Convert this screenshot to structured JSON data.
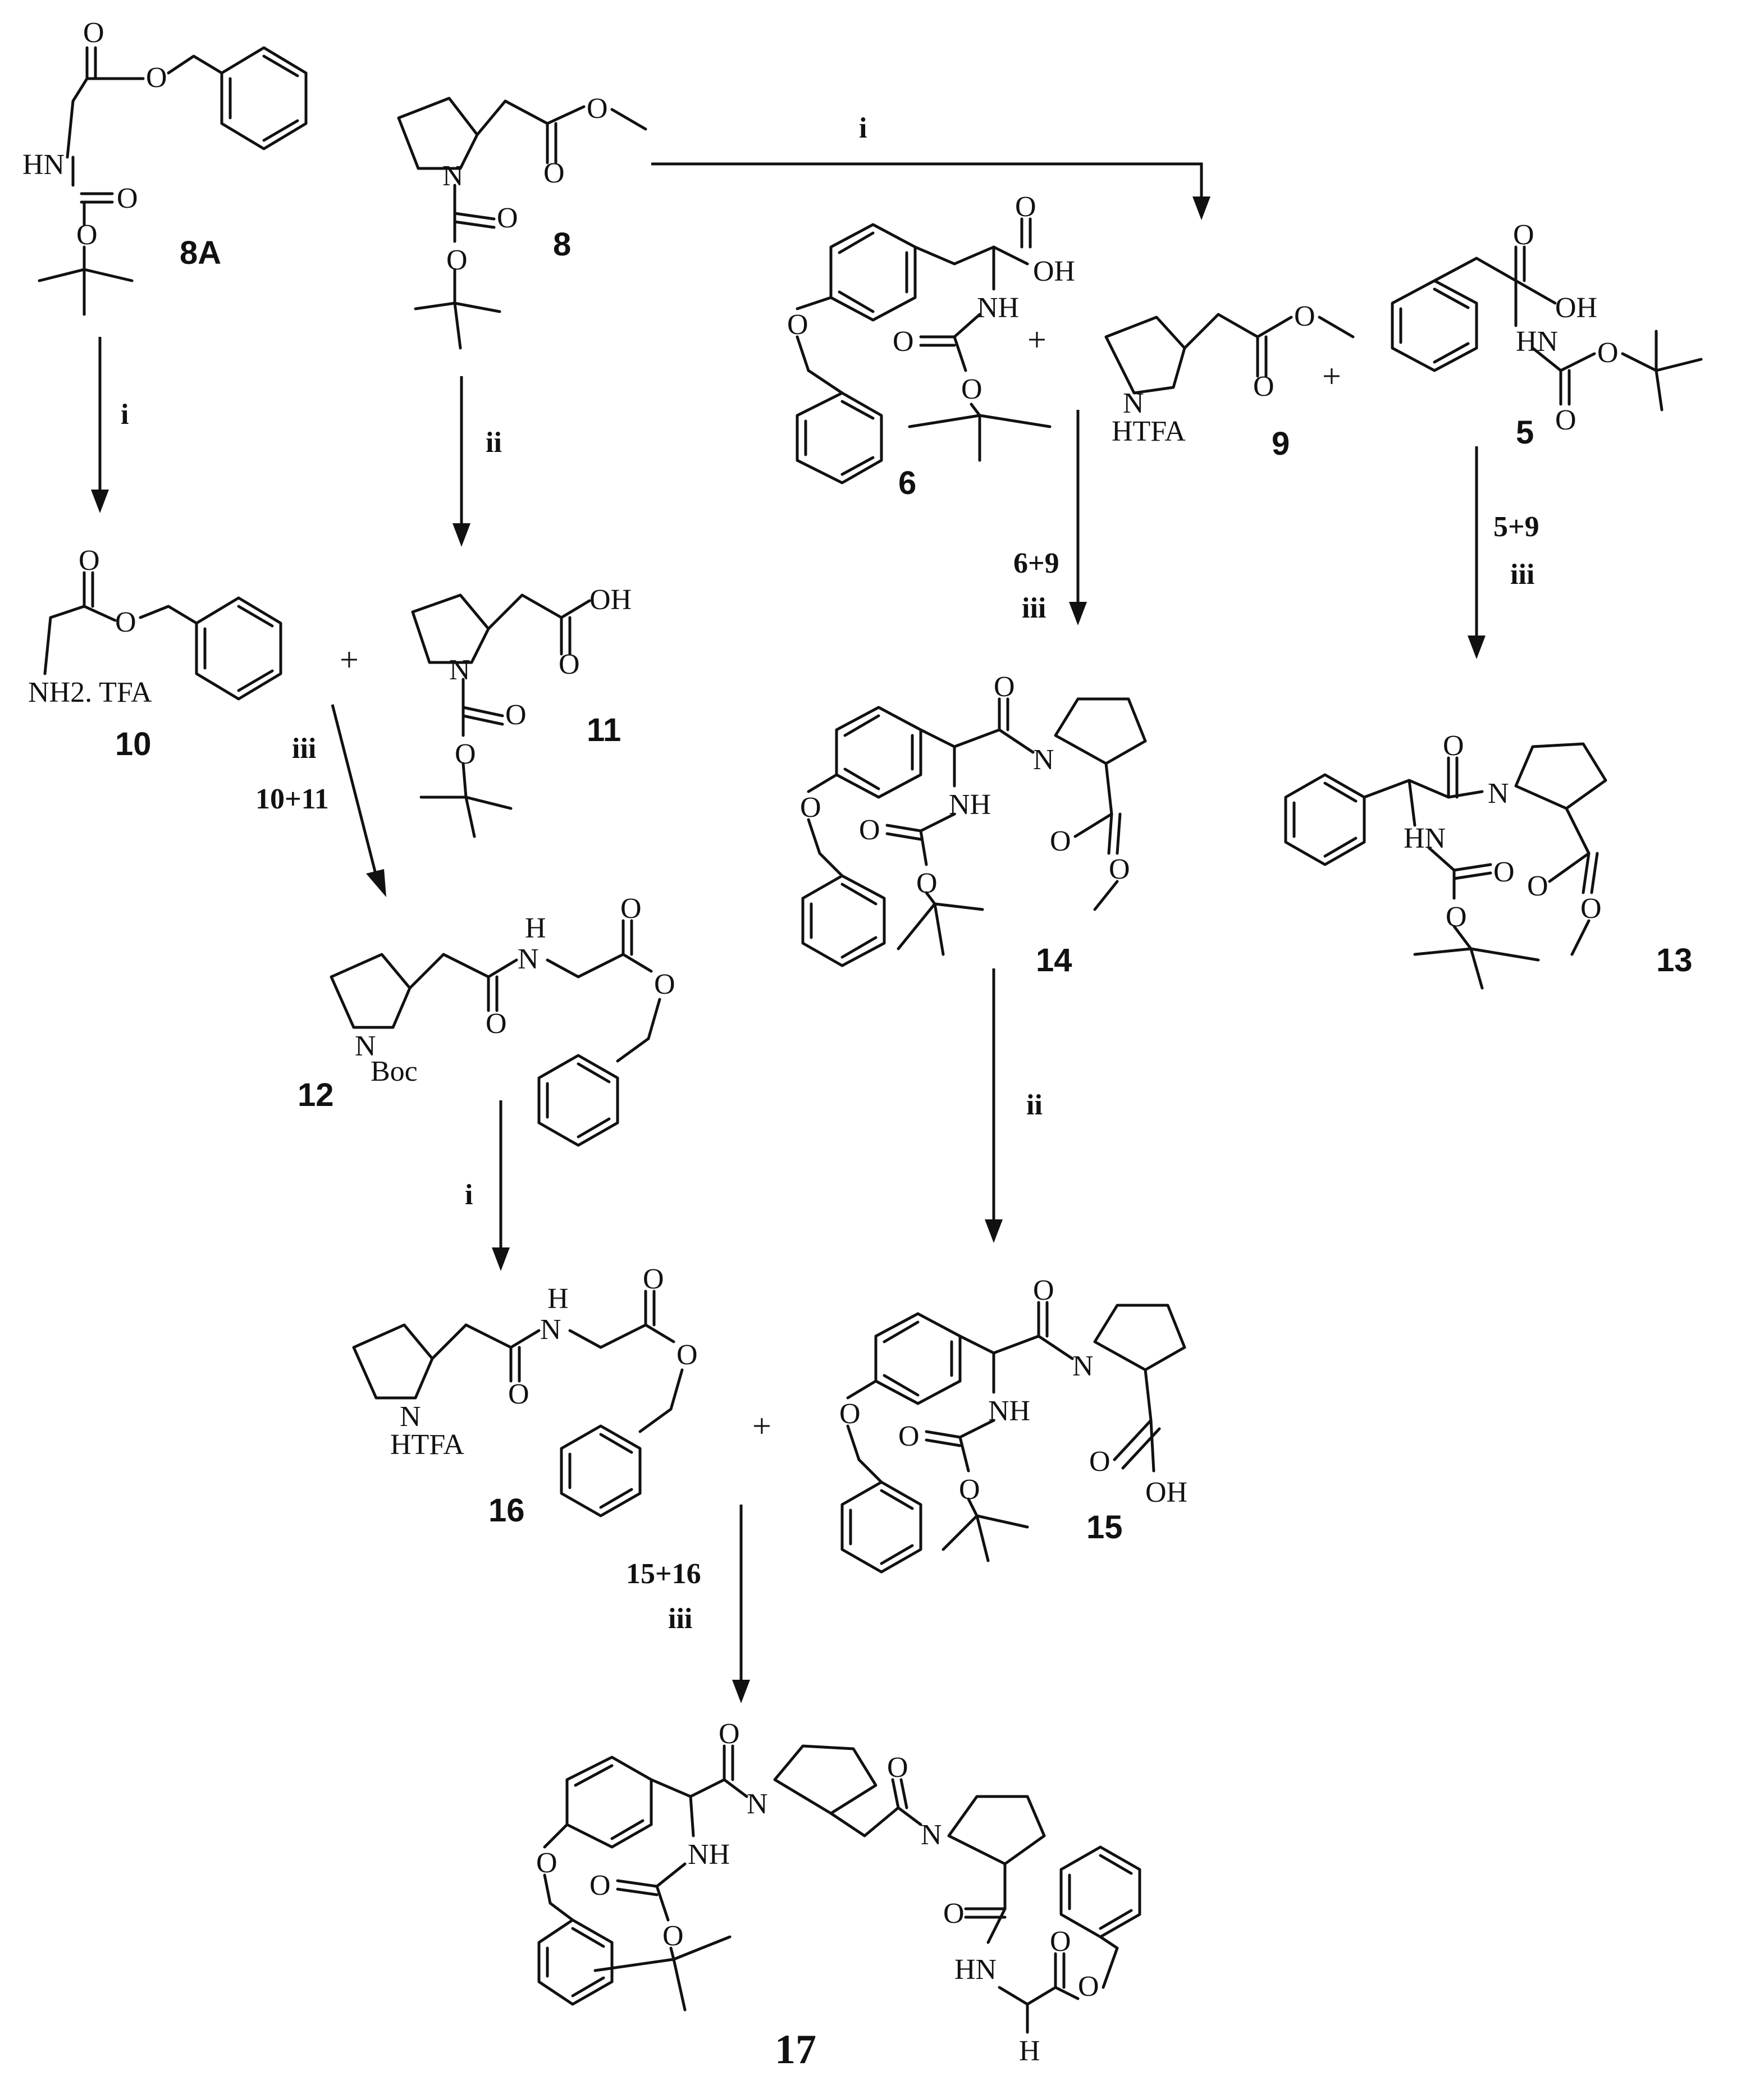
{
  "compounds": {
    "c8A": "8A",
    "c8": "8",
    "c6": "6",
    "c9": "9",
    "c5": "5",
    "c10": "10",
    "c11": "11",
    "c14": "14",
    "c13": "13",
    "c12": "12",
    "c16": "16",
    "c15": "15",
    "c17": "17"
  },
  "conditions": {
    "i": "i",
    "ii": "ii",
    "iii": "iii",
    "pair_6_9": "6+9",
    "pair_5_9": "5+9",
    "pair_10_11": "10+11",
    "pair_15_16": "15+16"
  },
  "atoms": {
    "O": "O",
    "HN": "HN",
    "NH": "NH",
    "N": "N",
    "H": "H",
    "OH": "OH",
    "HTFA": "HTFA",
    "Boc": "Boc",
    "NH2TFA": "NH2. TFA"
  },
  "plus": "+"
}
